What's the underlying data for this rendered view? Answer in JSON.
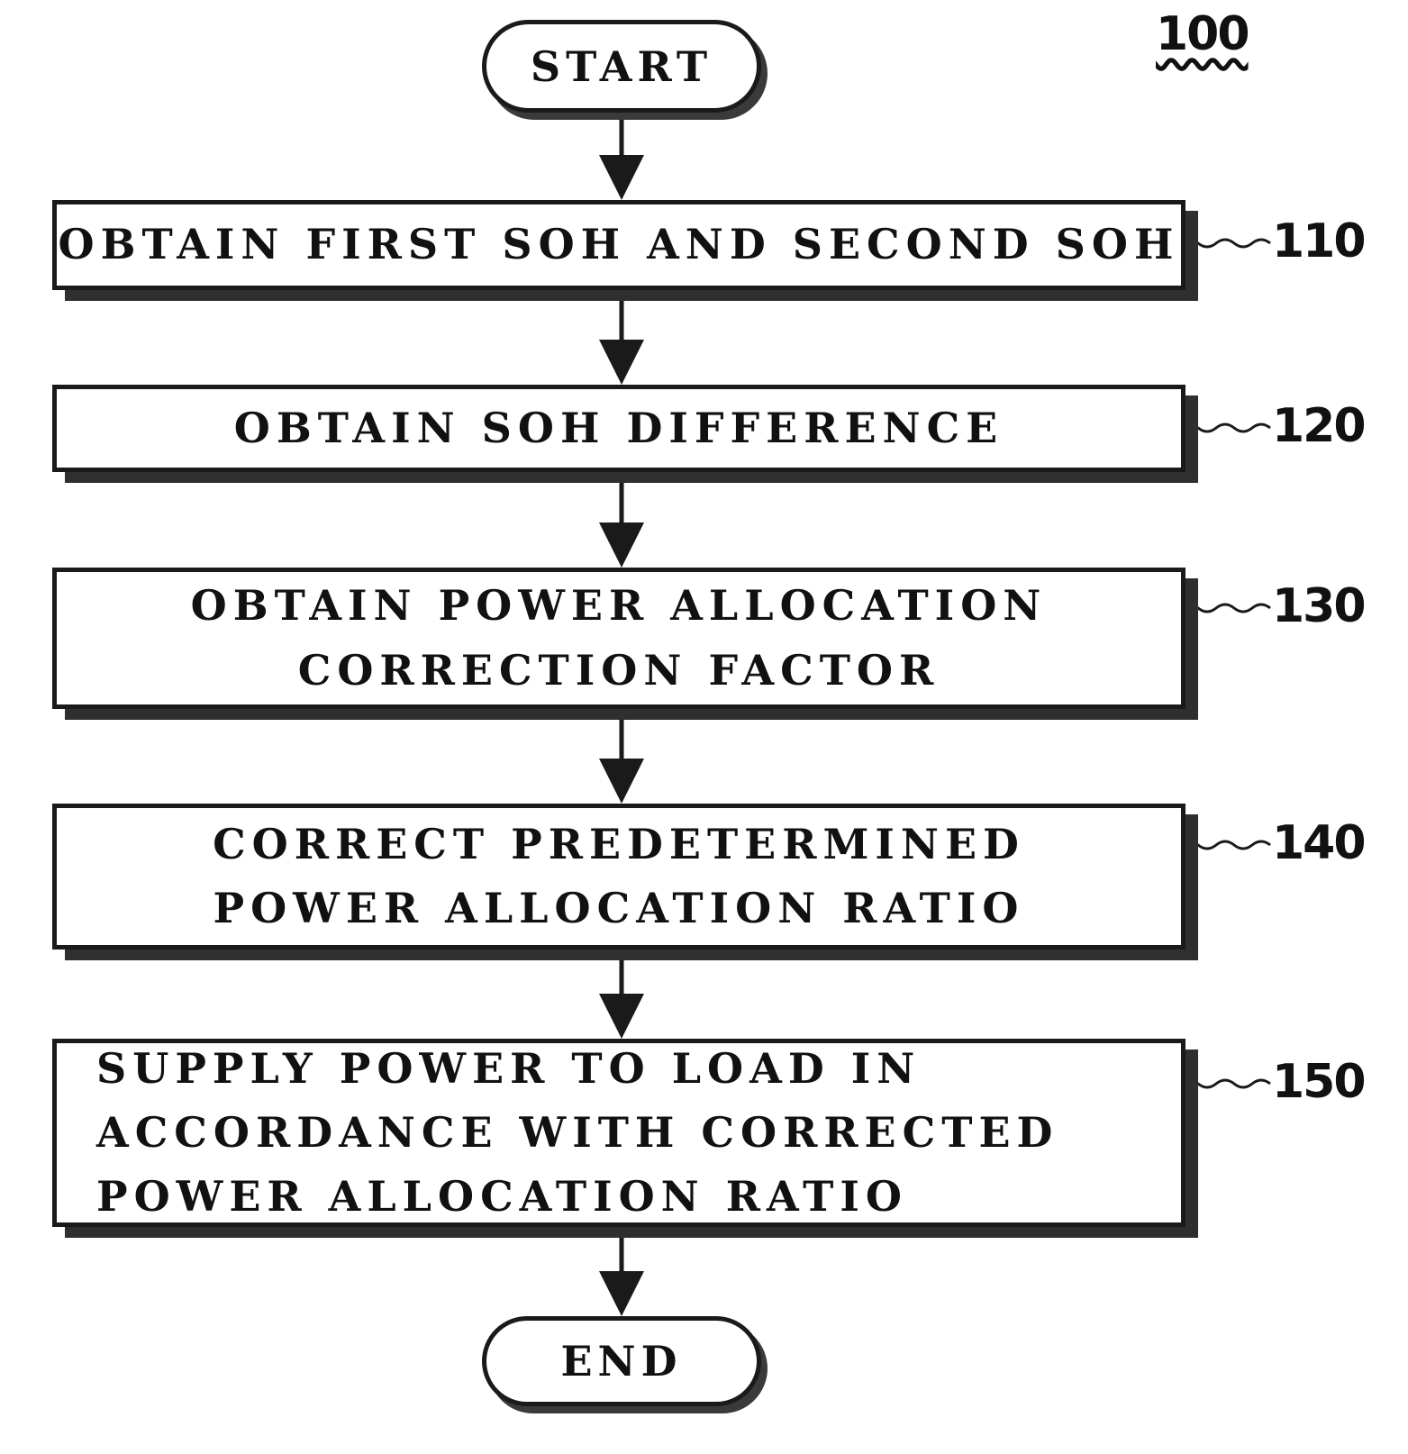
{
  "figure_ref": "100",
  "start": "START",
  "end": "END",
  "steps": [
    {
      "ref": "110",
      "lines": [
        "OBTAIN FIRST SOH AND SECOND SOH"
      ]
    },
    {
      "ref": "120",
      "lines": [
        "OBTAIN SOH DIFFERENCE"
      ]
    },
    {
      "ref": "130",
      "lines": [
        "OBTAIN POWER ALLOCATION",
        "CORRECTION FACTOR"
      ]
    },
    {
      "ref": "140",
      "lines": [
        "CORRECT PREDETERMINED",
        "POWER ALLOCATION RATIO"
      ]
    },
    {
      "ref": "150",
      "lines": [
        "SUPPLY POWER TO LOAD IN",
        "ACCORDANCE WITH CORRECTED",
        "POWER ALLOCATION RATIO"
      ]
    }
  ]
}
